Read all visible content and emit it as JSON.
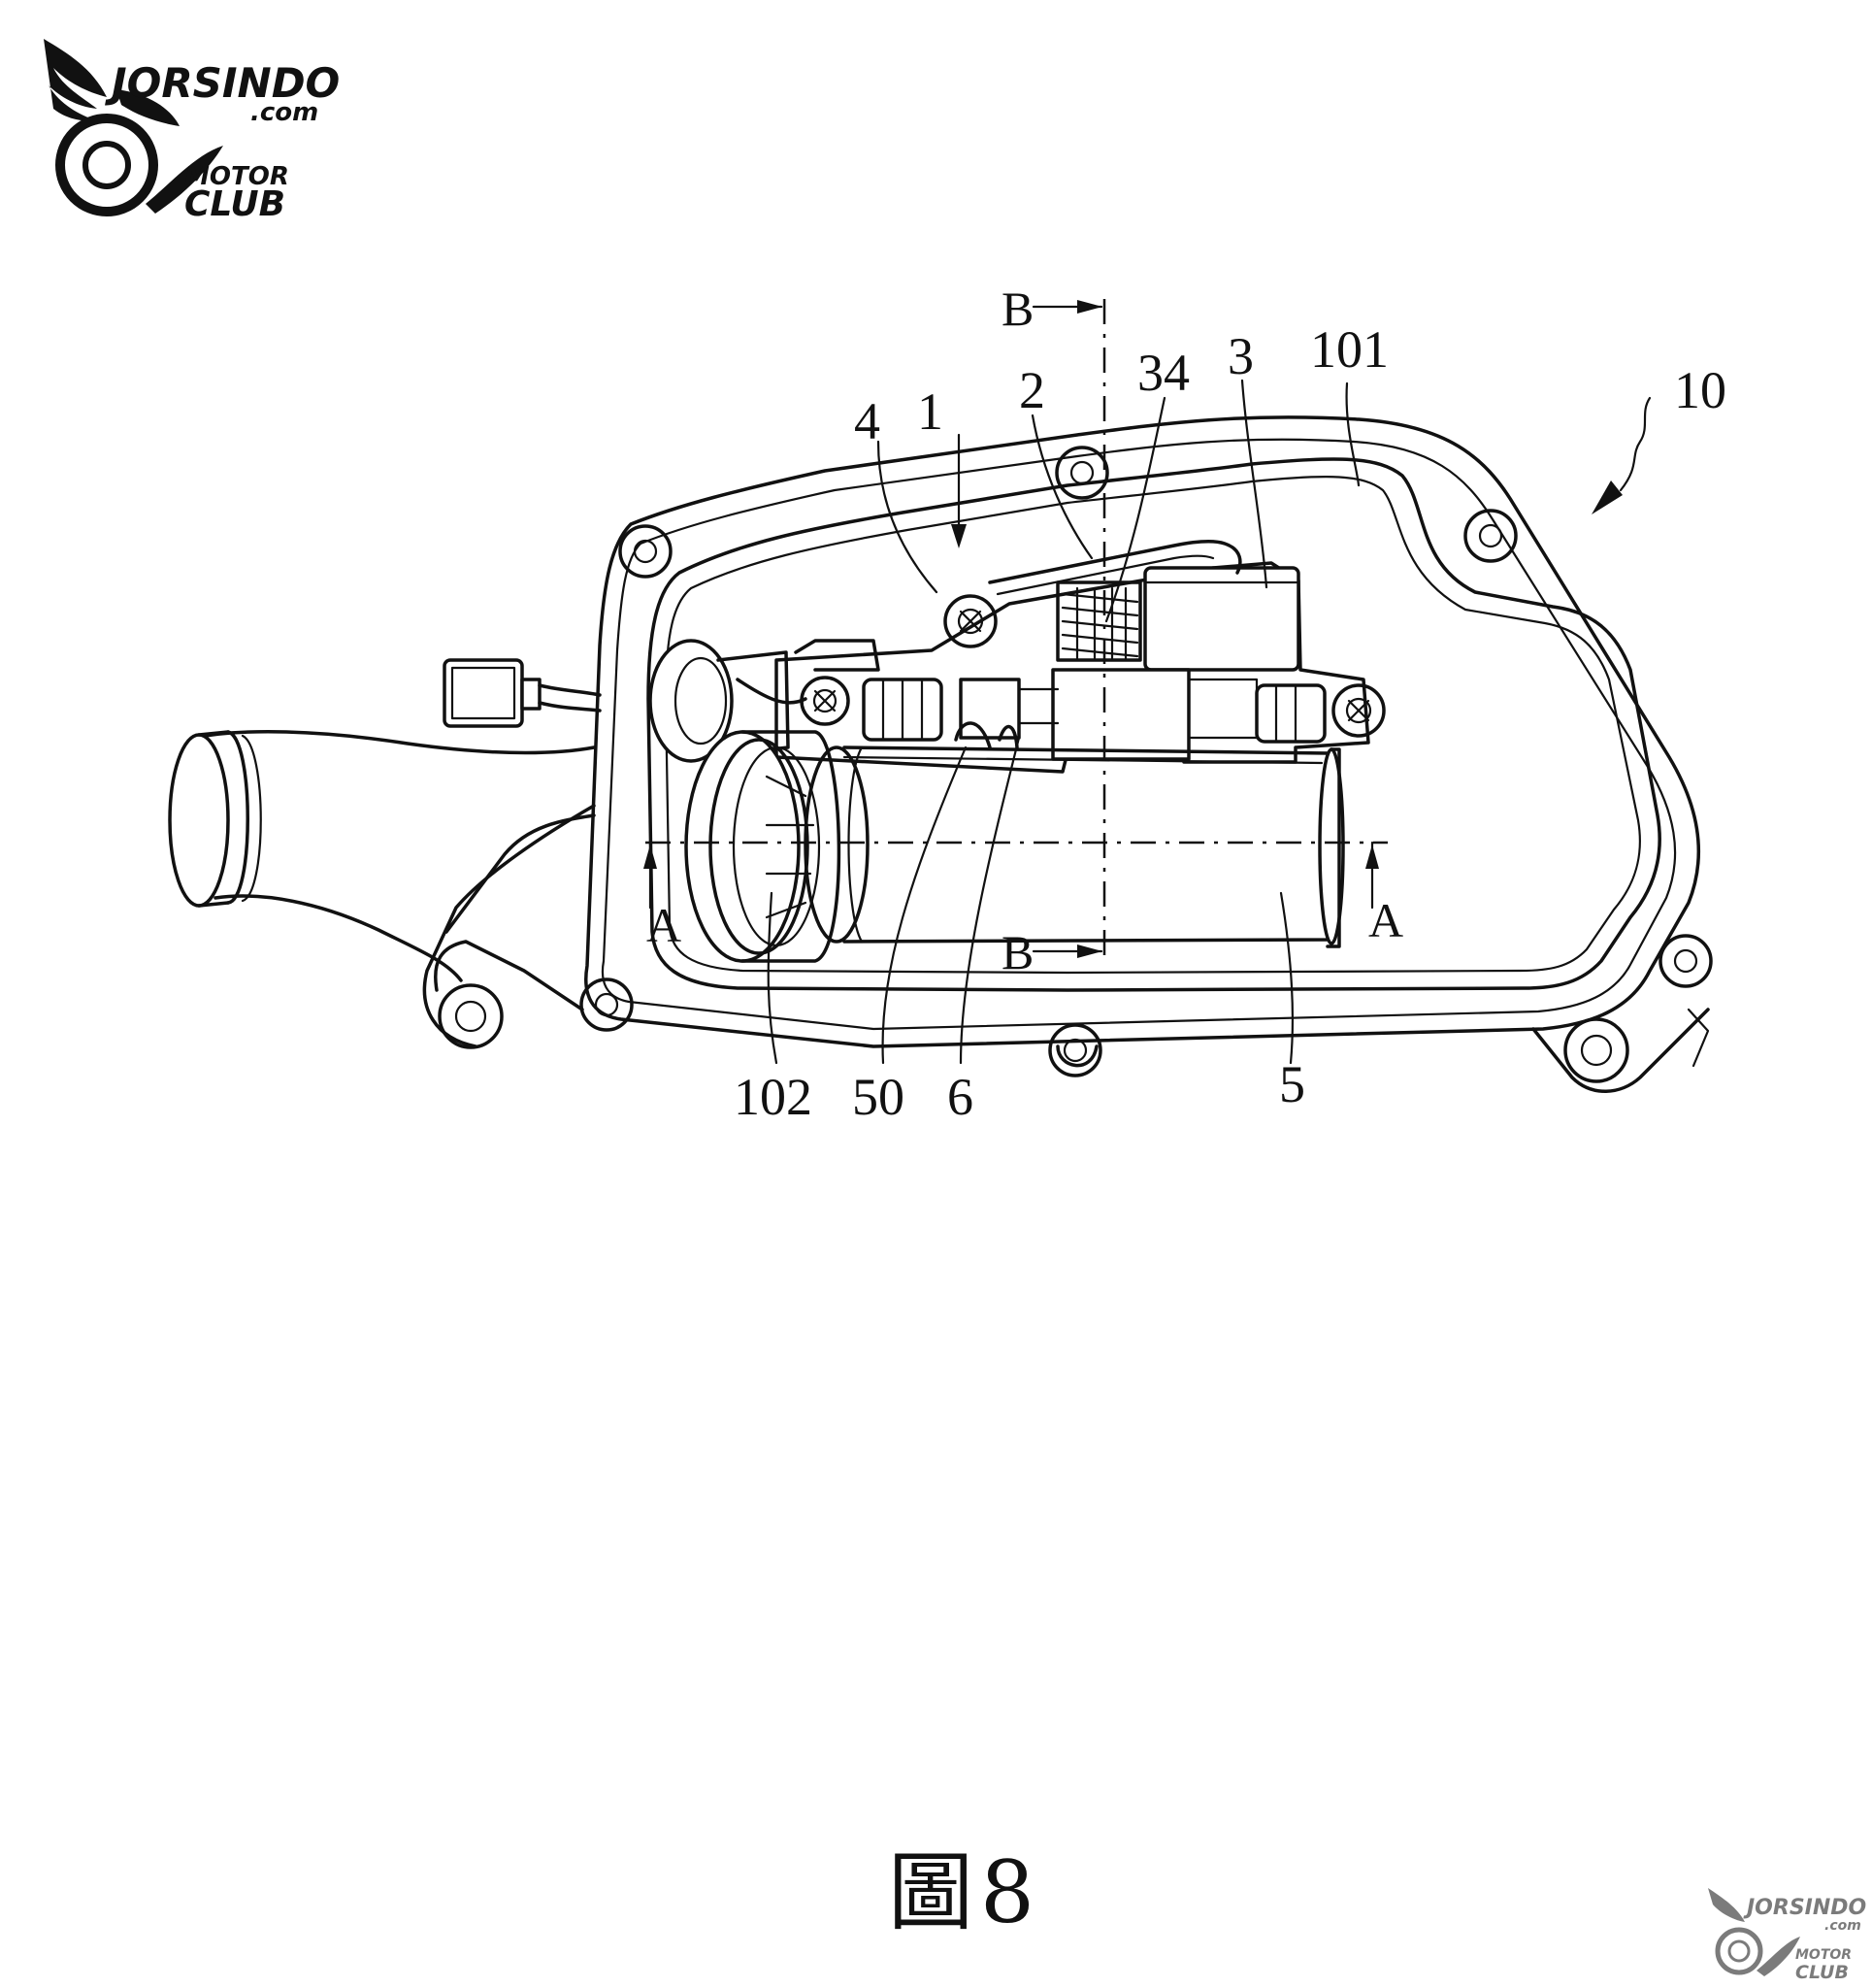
{
  "logo": {
    "top_left": {
      "brand": "JORSINDO",
      "domain": ".com",
      "motor": "MOTOR",
      "club": "CLUB"
    },
    "bottom_right": {
      "brand": "JORSINDO",
      "domain": ".com",
      "motor": "MOTOR",
      "club": "CLUB"
    }
  },
  "labels": {
    "assembly": "10",
    "part_1": "1",
    "part_2": "2",
    "part_3": "3",
    "part_4": "4",
    "part_5": "5",
    "part_6": "6",
    "part_34": "34",
    "part_50": "50",
    "part_101": "101",
    "part_102": "102"
  },
  "section_marks": {
    "a_left": "A",
    "a_right": "A",
    "b_top": "B",
    "b_bottom": "B"
  },
  "caption": {
    "figure_char": "圖",
    "figure_number": "8"
  }
}
